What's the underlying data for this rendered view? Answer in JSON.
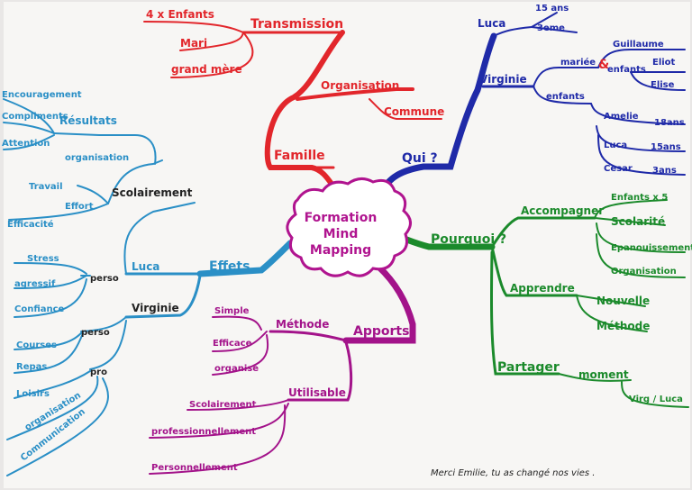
{
  "center": {
    "lines": [
      "Formation",
      "Mind",
      "Mapping"
    ]
  },
  "colors": {
    "paper": "#f7f6f4",
    "famille": "#e2262b",
    "qui": "#1f2aa8",
    "pourquoi": "#1b8a2b",
    "apports": "#a3138a",
    "effets": "#2a8fc6",
    "center": "#b0148f",
    "note": "#222222"
  },
  "famille": {
    "label": "Famille",
    "transmission": "Transmission",
    "enfants": "4 x Enfants",
    "mari": "Mari",
    "grandmere": "grand mère",
    "organisation": "Organisation",
    "commune": "Commune"
  },
  "qui": {
    "label": "Qui ?",
    "luca": "Luca",
    "age": "15 ans",
    "classe": "3eme",
    "virginie": "Virginie",
    "mariee": "mariée",
    "amp": "&",
    "guillaume": "Guillaume",
    "enfants_sub": "enfants",
    "eliot": "Eliot",
    "elise": "Elise",
    "enfants": "enfants",
    "amelie": "Amelie",
    "amelie_age": "18ans",
    "luca2": "Luca",
    "luca2_age": "15ans",
    "cesar": "Cesar",
    "cesar_age": "3ans"
  },
  "pourquoi": {
    "label": "Pourquoi ?",
    "accompagner": "Accompagner",
    "enfants5": "Enfants x 5",
    "scolarite": "Scolarité",
    "epanouissement": "Epanouissement",
    "organisation": "Organisation",
    "apprendre": "Apprendre",
    "nouvelle": "Nouvelle",
    "methode": "Méthode",
    "partager": "Partager",
    "moment": "moment",
    "virgluca": "Virg / Luca"
  },
  "apports": {
    "label": "Apports",
    "methode": "Méthode",
    "simple": "Simple",
    "efficace": "Efficace",
    "organise": "organise",
    "utilisable": "Utilisable",
    "scolairement": "Scolairement",
    "professionnellement": "professionnellement",
    "personnellement": "Personnellement"
  },
  "effets": {
    "label": "Effets",
    "luca": "Luca",
    "perso": "perso",
    "stress": "Stress",
    "agressif": "agressif",
    "confiance": "Confiance",
    "scolairement": "Scolairement",
    "resultats": "Résultats",
    "encouragement": "Encouragement",
    "compliments": "Compliments",
    "attention": "Attention",
    "organisation": "organisation",
    "travail": "Travail",
    "efficacite": "Efficacité",
    "effort": "Effort",
    "virginie": "Virginie",
    "perso2": "perso",
    "pro": "pro",
    "courses": "Courses",
    "repas": "Repas",
    "loisirs": "Loisirs",
    "organisation2": "organisation",
    "communication": "Communication"
  },
  "note": "Merci Emilie, tu as changé nos vies ."
}
